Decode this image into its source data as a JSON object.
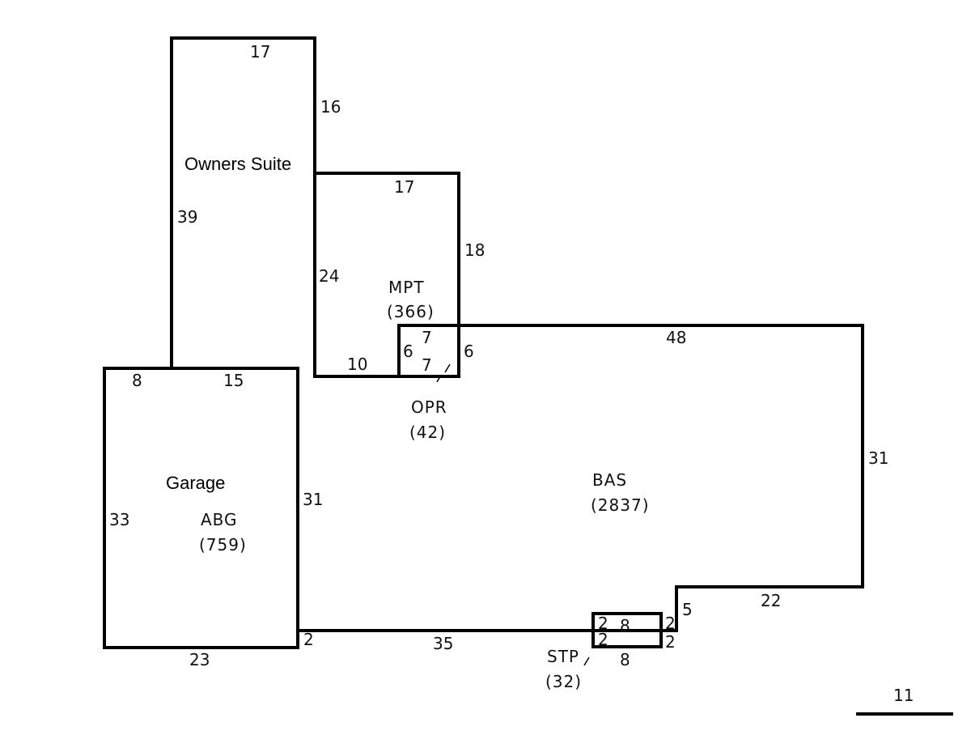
{
  "labels": {
    "owners_suite": "Owners Suite",
    "garage": "Garage",
    "mpt_code": "MPT",
    "mpt_area": "(366)",
    "opr_code": "OPR",
    "opr_area": "(42)",
    "bas_code": "BAS",
    "bas_area": "(2837)",
    "abg_code": "ABG",
    "abg_area": "(759)",
    "stp_code": "STP",
    "stp_area": "(32)"
  },
  "dimensions": {
    "suite_top": "17",
    "suite_right": "16",
    "suite_left": "39",
    "mpt_top": "17",
    "mpt_right": "18",
    "mpt_left": "24",
    "mpt_bottom": "10",
    "opr_top": "7",
    "opr_left": "6",
    "opr_bottom": "7",
    "opr_right": "6",
    "bas_top": "48",
    "bas_right": "31",
    "bas_step_bottom": "22",
    "bas_step_side": "5",
    "bas_bottom": "35",
    "bas_step_left": "2",
    "garage_top_left": "8",
    "garage_top_right": "15",
    "garage_left": "33",
    "garage_right": "31",
    "garage_bottom": "23",
    "stp_top": "8",
    "stp_bottom": "8",
    "stp_left_top": "2",
    "stp_left_bottom": "2",
    "stp_right_top": "2",
    "stp_right_bottom": "2",
    "scale": "11"
  }
}
